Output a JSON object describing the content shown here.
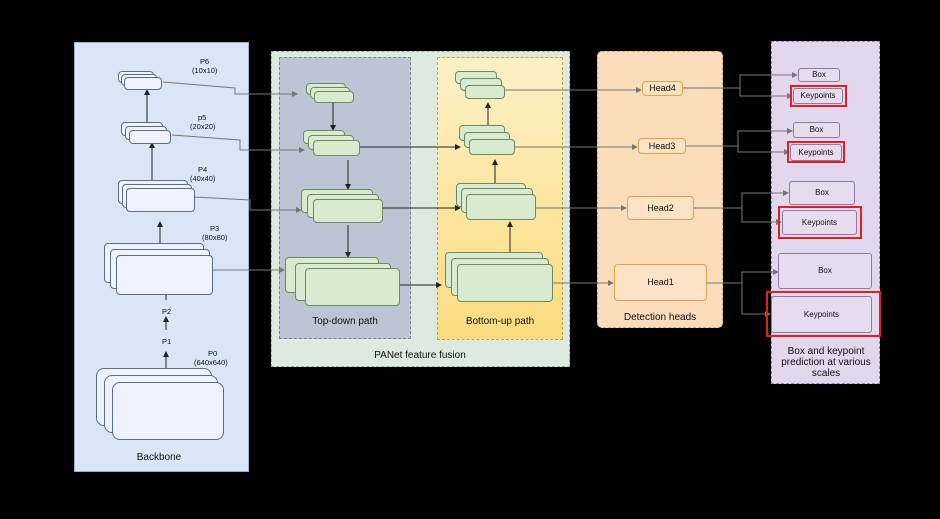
{
  "backbone": {
    "title": "Backbone",
    "levels": [
      {
        "name": "P6",
        "size": "(10x10)"
      },
      {
        "name": "p5",
        "size": "(20x20)"
      },
      {
        "name": "P4",
        "size": "(40x40)"
      },
      {
        "name": "P3",
        "size": "(80x80)"
      },
      {
        "name": "P2",
        "size": ""
      },
      {
        "name": "P1",
        "size": ""
      },
      {
        "name": "P0",
        "size": "(640x640)"
      }
    ]
  },
  "panet": {
    "title": "PANet feature fusion",
    "topdown_label": "Top-down path",
    "bottomup_label": "Bottom-up path"
  },
  "heads": {
    "title": "Detection heads",
    "items": [
      "Head4",
      "Head3",
      "Head2",
      "Head1"
    ]
  },
  "outputs": {
    "title": "Box and keypoint prediction at various scales",
    "box_label": "Box",
    "keypoints_label": "Keypoints"
  },
  "colors": {
    "backbone_bg": "#dae6f8",
    "panet_bg": "#dceadf",
    "topdown_bg": "#bcc5d3",
    "bottomup_bg": "#fbe7a2",
    "heads_bg": "#fbdcbb",
    "outputs_bg": "#e3d7ed",
    "highlight": "#e02020"
  }
}
